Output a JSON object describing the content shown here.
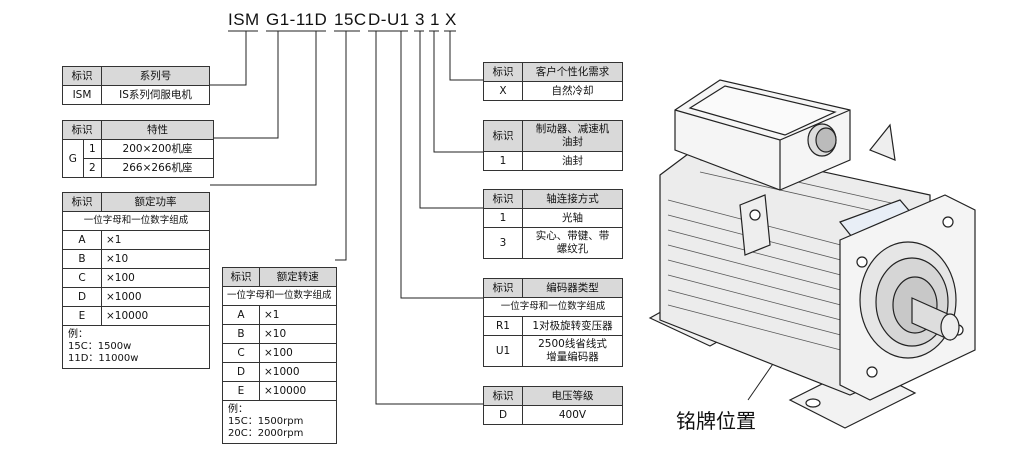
{
  "code": {
    "parts": [
      "ISM",
      "G1-11D",
      "15C",
      "D-U1",
      "3",
      "1",
      "X"
    ]
  },
  "series_table": {
    "header": [
      "标识",
      "系列号"
    ],
    "rows": [
      [
        "ISM",
        "IS系列伺服电机"
      ]
    ]
  },
  "spec_table": {
    "header": [
      "标识",
      "特性"
    ],
    "group": "G",
    "rows": [
      [
        "1",
        "200×200机座"
      ],
      [
        "2",
        "266×266机座"
      ]
    ]
  },
  "power_table": {
    "header": [
      "标识",
      "额定功率"
    ],
    "subheader": "一位字母和一位数字组成",
    "rows": [
      [
        "A",
        "×1"
      ],
      [
        "B",
        "×10"
      ],
      [
        "C",
        "×100"
      ],
      [
        "D",
        "×1000"
      ],
      [
        "E",
        "×10000"
      ]
    ],
    "note": "例：\n15C：1500w\n11D：11000w"
  },
  "speed_table": {
    "header": [
      "标识",
      "额定转速"
    ],
    "subheader": "一位字母和一位数字组成",
    "rows": [
      [
        "A",
        "×1"
      ],
      [
        "B",
        "×10"
      ],
      [
        "C",
        "×100"
      ],
      [
        "D",
        "×1000"
      ],
      [
        "E",
        "×10000"
      ]
    ],
    "note": "例：\n15C：1500rpm\n20C：2000rpm"
  },
  "custom_table": {
    "header": [
      "标识",
      "客户个性化需求"
    ],
    "rows": [
      [
        "X",
        "自然冷却"
      ]
    ]
  },
  "brake_table": {
    "header": [
      "标识",
      "制动器、减速机\n油封"
    ],
    "rows": [
      [
        "1",
        "油封"
      ]
    ]
  },
  "shaft_table": {
    "header": [
      "标识",
      "轴连接方式"
    ],
    "rows": [
      [
        "1",
        "光轴"
      ],
      [
        "3",
        "实心、带键、带\n螺纹孔"
      ]
    ]
  },
  "encoder_table": {
    "header": [
      "标识",
      "编码器类型"
    ],
    "subheader": "一位字母和一位数字组成",
    "rows": [
      [
        "R1",
        "1对极旋转变压器"
      ],
      [
        "U1",
        "2500线省线式\n增量编码器"
      ]
    ]
  },
  "voltage_table": {
    "header": [
      "标识",
      "电压等级"
    ],
    "rows": [
      [
        "D",
        "400V"
      ]
    ]
  },
  "nameplate_label": "铭牌位置"
}
